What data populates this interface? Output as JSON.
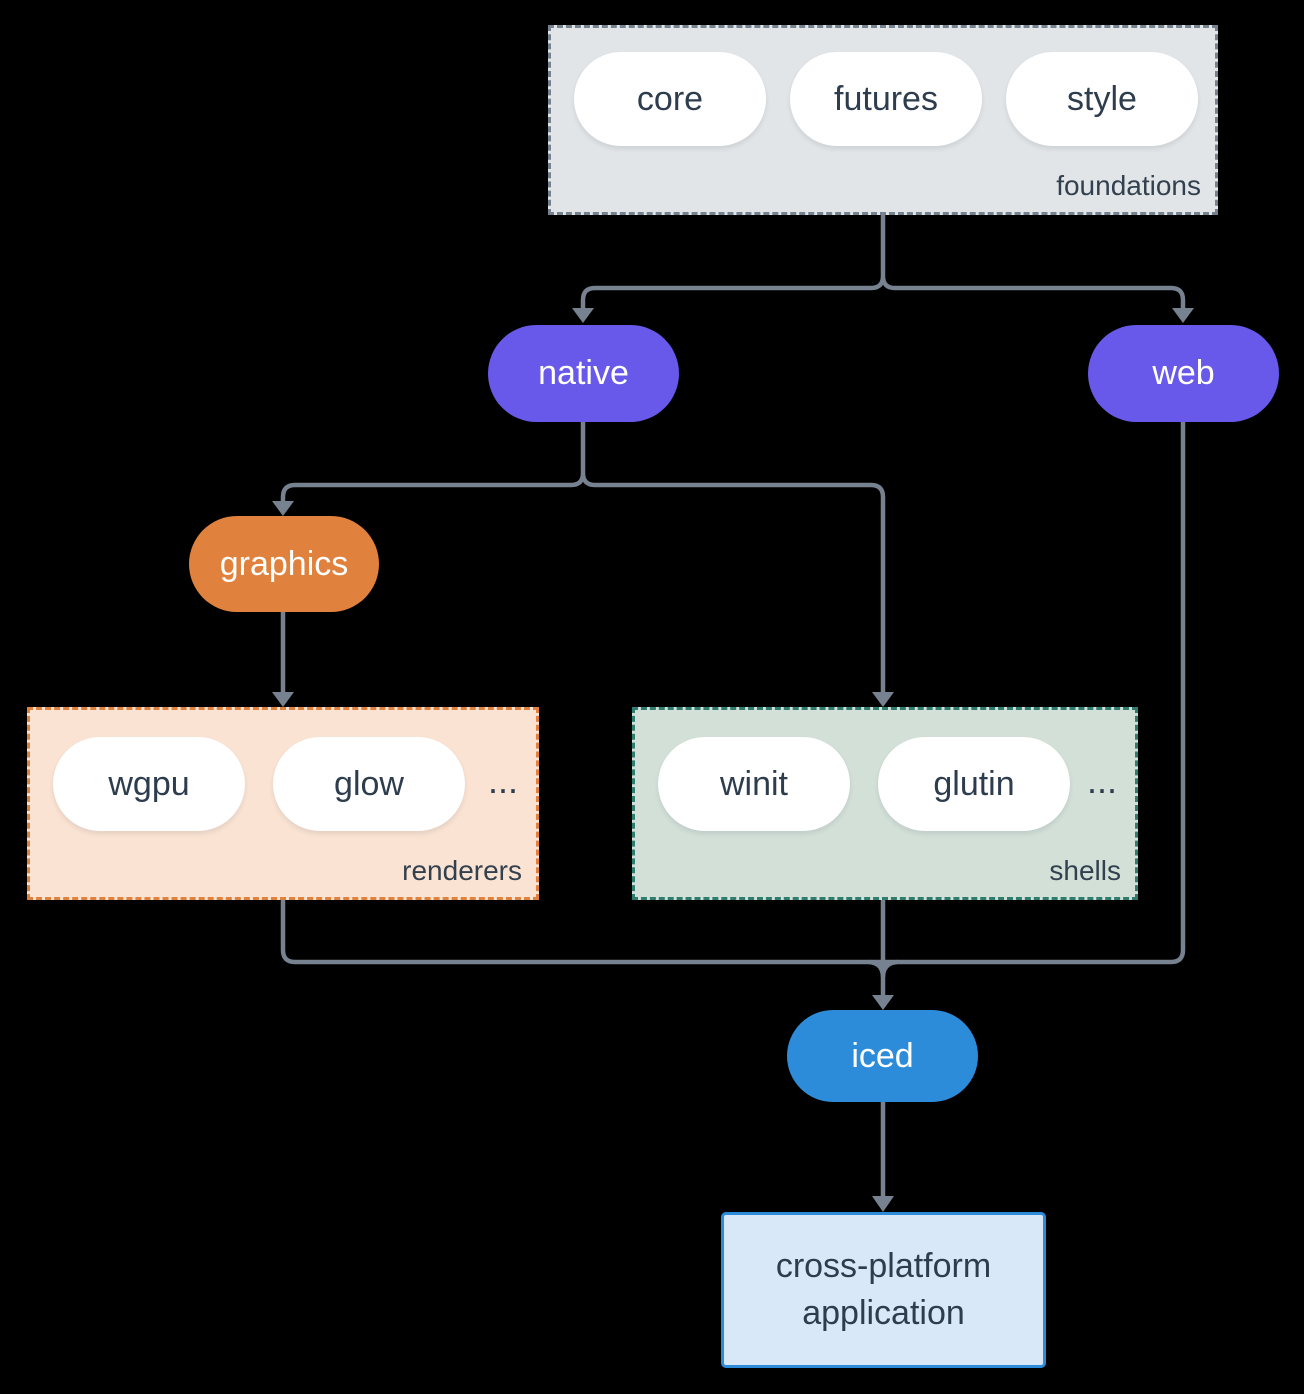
{
  "colors": {
    "background": "#000000",
    "connector": "#76828F",
    "dark_text": "#2E3D4E",
    "purple_node": "#6859EA",
    "orange_node": "#E0813D",
    "blue_node": "#2D8CD9",
    "foundations_fill": "#E1E5E8",
    "foundations_border": "#76828F",
    "renderers_fill": "#FAE3D3",
    "renderers_border": "#E0813D",
    "shells_fill": "#D2E0D8",
    "shells_border": "#2E7D6E",
    "application_fill": "#D8E8F8",
    "application_border": "#2D8CD9",
    "pill_fill": "#FFFFFF"
  },
  "foundations": {
    "label": "foundations",
    "pills": [
      "core",
      "futures",
      "style"
    ]
  },
  "native": {
    "label": "native"
  },
  "web": {
    "label": "web"
  },
  "graphics": {
    "label": "graphics"
  },
  "renderers": {
    "label": "renderers",
    "pills": [
      "wgpu",
      "glow"
    ],
    "ellipsis": "..."
  },
  "shells": {
    "label": "shells",
    "pills": [
      "winit",
      "glutin"
    ],
    "ellipsis": "..."
  },
  "iced": {
    "label": "iced"
  },
  "application": {
    "line1": "cross-platform",
    "line2": "application"
  }
}
